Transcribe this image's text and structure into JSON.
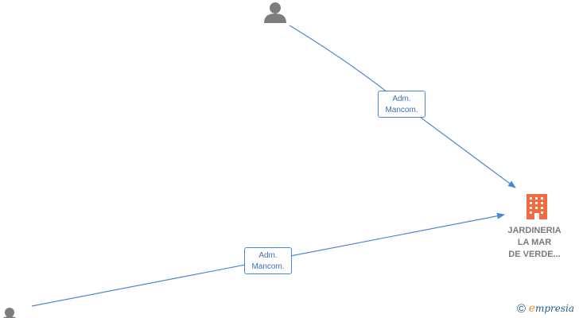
{
  "nodes": {
    "person_top": {
      "type": "person",
      "icon": "person-icon"
    },
    "person_bottom": {
      "type": "person",
      "icon": "person-icon"
    },
    "company": {
      "type": "company",
      "icon": "building-icon",
      "name_lines": [
        "JARDINERIA",
        "LA MAR",
        "DE VERDE..."
      ]
    }
  },
  "edges": [
    {
      "from": "person_top",
      "to": "company",
      "label_lines": [
        "Adm.",
        "Mancom."
      ]
    },
    {
      "from": "person_bottom",
      "to": "company",
      "label_lines": [
        "Adm.",
        "Mancom."
      ]
    }
  ],
  "footer": {
    "copyright_symbol": "©",
    "brand_initial": "e",
    "brand_rest": "mpresia"
  },
  "colors": {
    "edge": "#4a86d6",
    "person": "#7d7d7d",
    "company": "#f26a3d",
    "label_text": "#3b6fb8"
  }
}
